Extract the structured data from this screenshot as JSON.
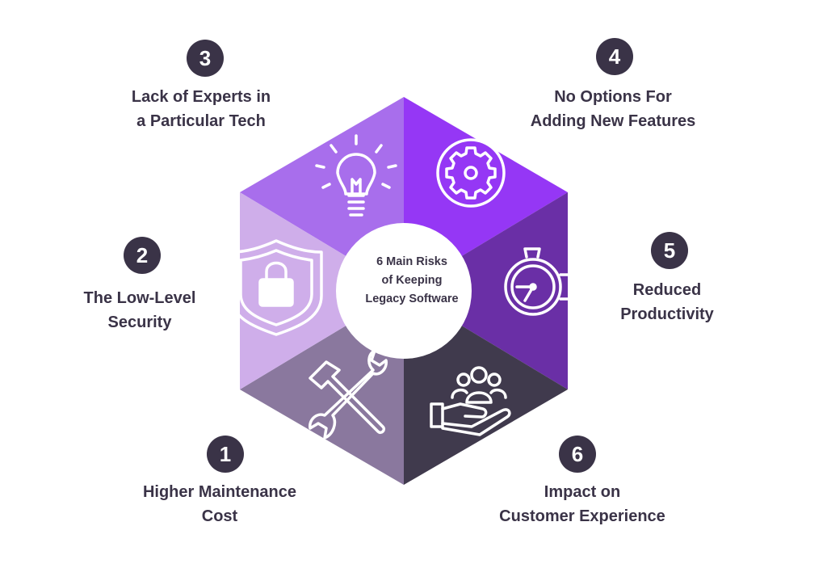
{
  "center": {
    "lines": [
      "6 Main Risks",
      "of Keeping",
      "Legacy Software"
    ]
  },
  "risks": [
    {
      "number": "1",
      "lines": [
        "Higher Maintenance",
        "Cost"
      ],
      "icon": "tools-icon",
      "color": "#8a789e"
    },
    {
      "number": "2",
      "lines": [
        "The Low-Level",
        "Security"
      ],
      "icon": "shield-lock-icon",
      "color": "#cfaeea"
    },
    {
      "number": "3",
      "lines": [
        "Lack of Experts in",
        "a Particular Tech"
      ],
      "icon": "lightbulb-icon",
      "color": "#a86eec"
    },
    {
      "number": "4",
      "lines": [
        "No Options For",
        "Adding New Features"
      ],
      "icon": "gear-icon",
      "color": "#9537f5"
    },
    {
      "number": "5",
      "lines": [
        "Reduced",
        "Productivity"
      ],
      "icon": "clock-gear-icon",
      "color": "#6a2fa6"
    },
    {
      "number": "6",
      "lines": [
        "Impact on",
        "Customer Experience"
      ],
      "icon": "hand-people-icon",
      "color": "#403a4d"
    }
  ],
  "colors": {
    "badge": "#3a3347",
    "text": "#3a3347",
    "icon_stroke": "#ffffff",
    "center_circle": "#ffffff"
  }
}
